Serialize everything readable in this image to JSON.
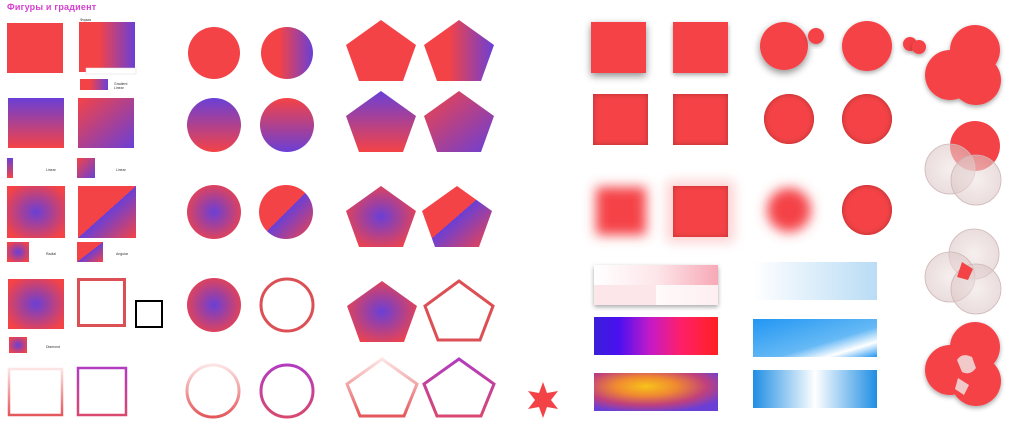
{
  "header": {
    "title": "Фигуры и  градиент"
  },
  "colors": {
    "title": "#d63fd0",
    "red": "#f44346",
    "purple": "#6a3fd6",
    "magenta": "#b640a8",
    "blue": "#2196f3",
    "black": "#000000"
  },
  "captions": {
    "small_label": "Форма",
    "gradient_label": "Gradient",
    "linear": "Linear",
    "linear2": "Linear",
    "radial": "Radial",
    "angular": "Angular",
    "diamond": "Diamond"
  },
  "icons": {
    "star": "six-point-star-icon"
  }
}
